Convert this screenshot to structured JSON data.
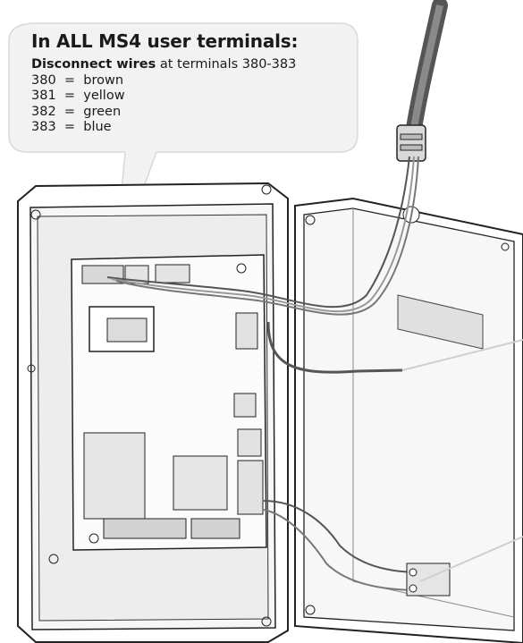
{
  "callout": {
    "title": "In ALL MS4 user terminals:",
    "instruction_bold": "Disconnect wires",
    "instruction_rest": " at terminals 380-383",
    "terminals": [
      "380  =  brown",
      "381  =  yellow",
      "382  =  green",
      "383  =  blue"
    ]
  }
}
